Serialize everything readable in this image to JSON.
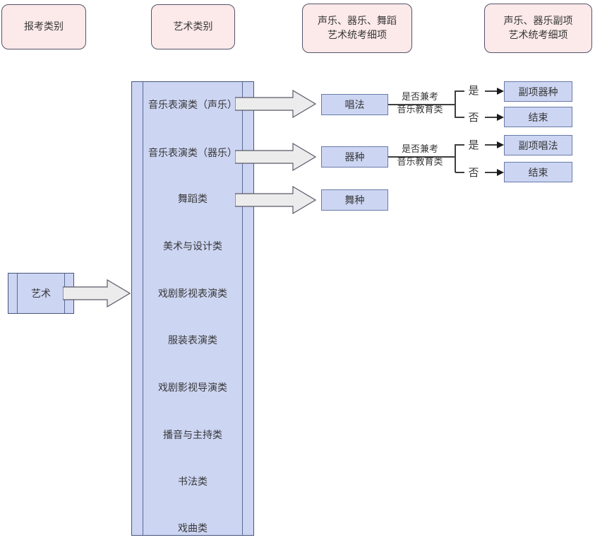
{
  "headers": {
    "apply_category": {
      "line1": "报考类别"
    },
    "art_category": {
      "line1": "艺术类别"
    },
    "exam_detail": {
      "line1": "声乐、器乐、舞蹈",
      "line2": "艺术统考细项"
    },
    "sub_exam_detail": {
      "line1": "声乐、器乐副项",
      "line2": "艺术统考细项"
    }
  },
  "source": {
    "label": "艺术"
  },
  "categories": [
    "音乐表演类（声乐）",
    "音乐表演类（器乐）",
    "舞蹈类",
    "美术与设计类",
    "戏剧影视表演类",
    "服装表演类",
    "戏剧影视导演类",
    "播音与主持类",
    "书法类",
    "戏曲类"
  ],
  "details": {
    "vocal": "唱法",
    "instrumental": "器种",
    "dance": "舞种"
  },
  "decisions": {
    "vocal": {
      "condition_line1": "是否兼考",
      "condition_line2": "音乐教育类",
      "yes": "是",
      "no": "否",
      "yes_target": "副项器种",
      "no_target": "结束"
    },
    "instrumental": {
      "condition_line1": "是否兼考",
      "condition_line2": "音乐教育类",
      "yes": "是",
      "no": "否",
      "yes_target": "副项唱法",
      "no_target": "结束"
    }
  },
  "colors": {
    "pink_fill": "#fce9e9",
    "pink_border": "#54546a",
    "blue_fill": "#ccd5f2",
    "blue_border": "#6a79a8",
    "container_border": "#46567e",
    "arrow_fill": "#ececec",
    "arrow_border": "#5a5a6a",
    "connector_line": "#3f3f3f",
    "text": "#383838"
  }
}
